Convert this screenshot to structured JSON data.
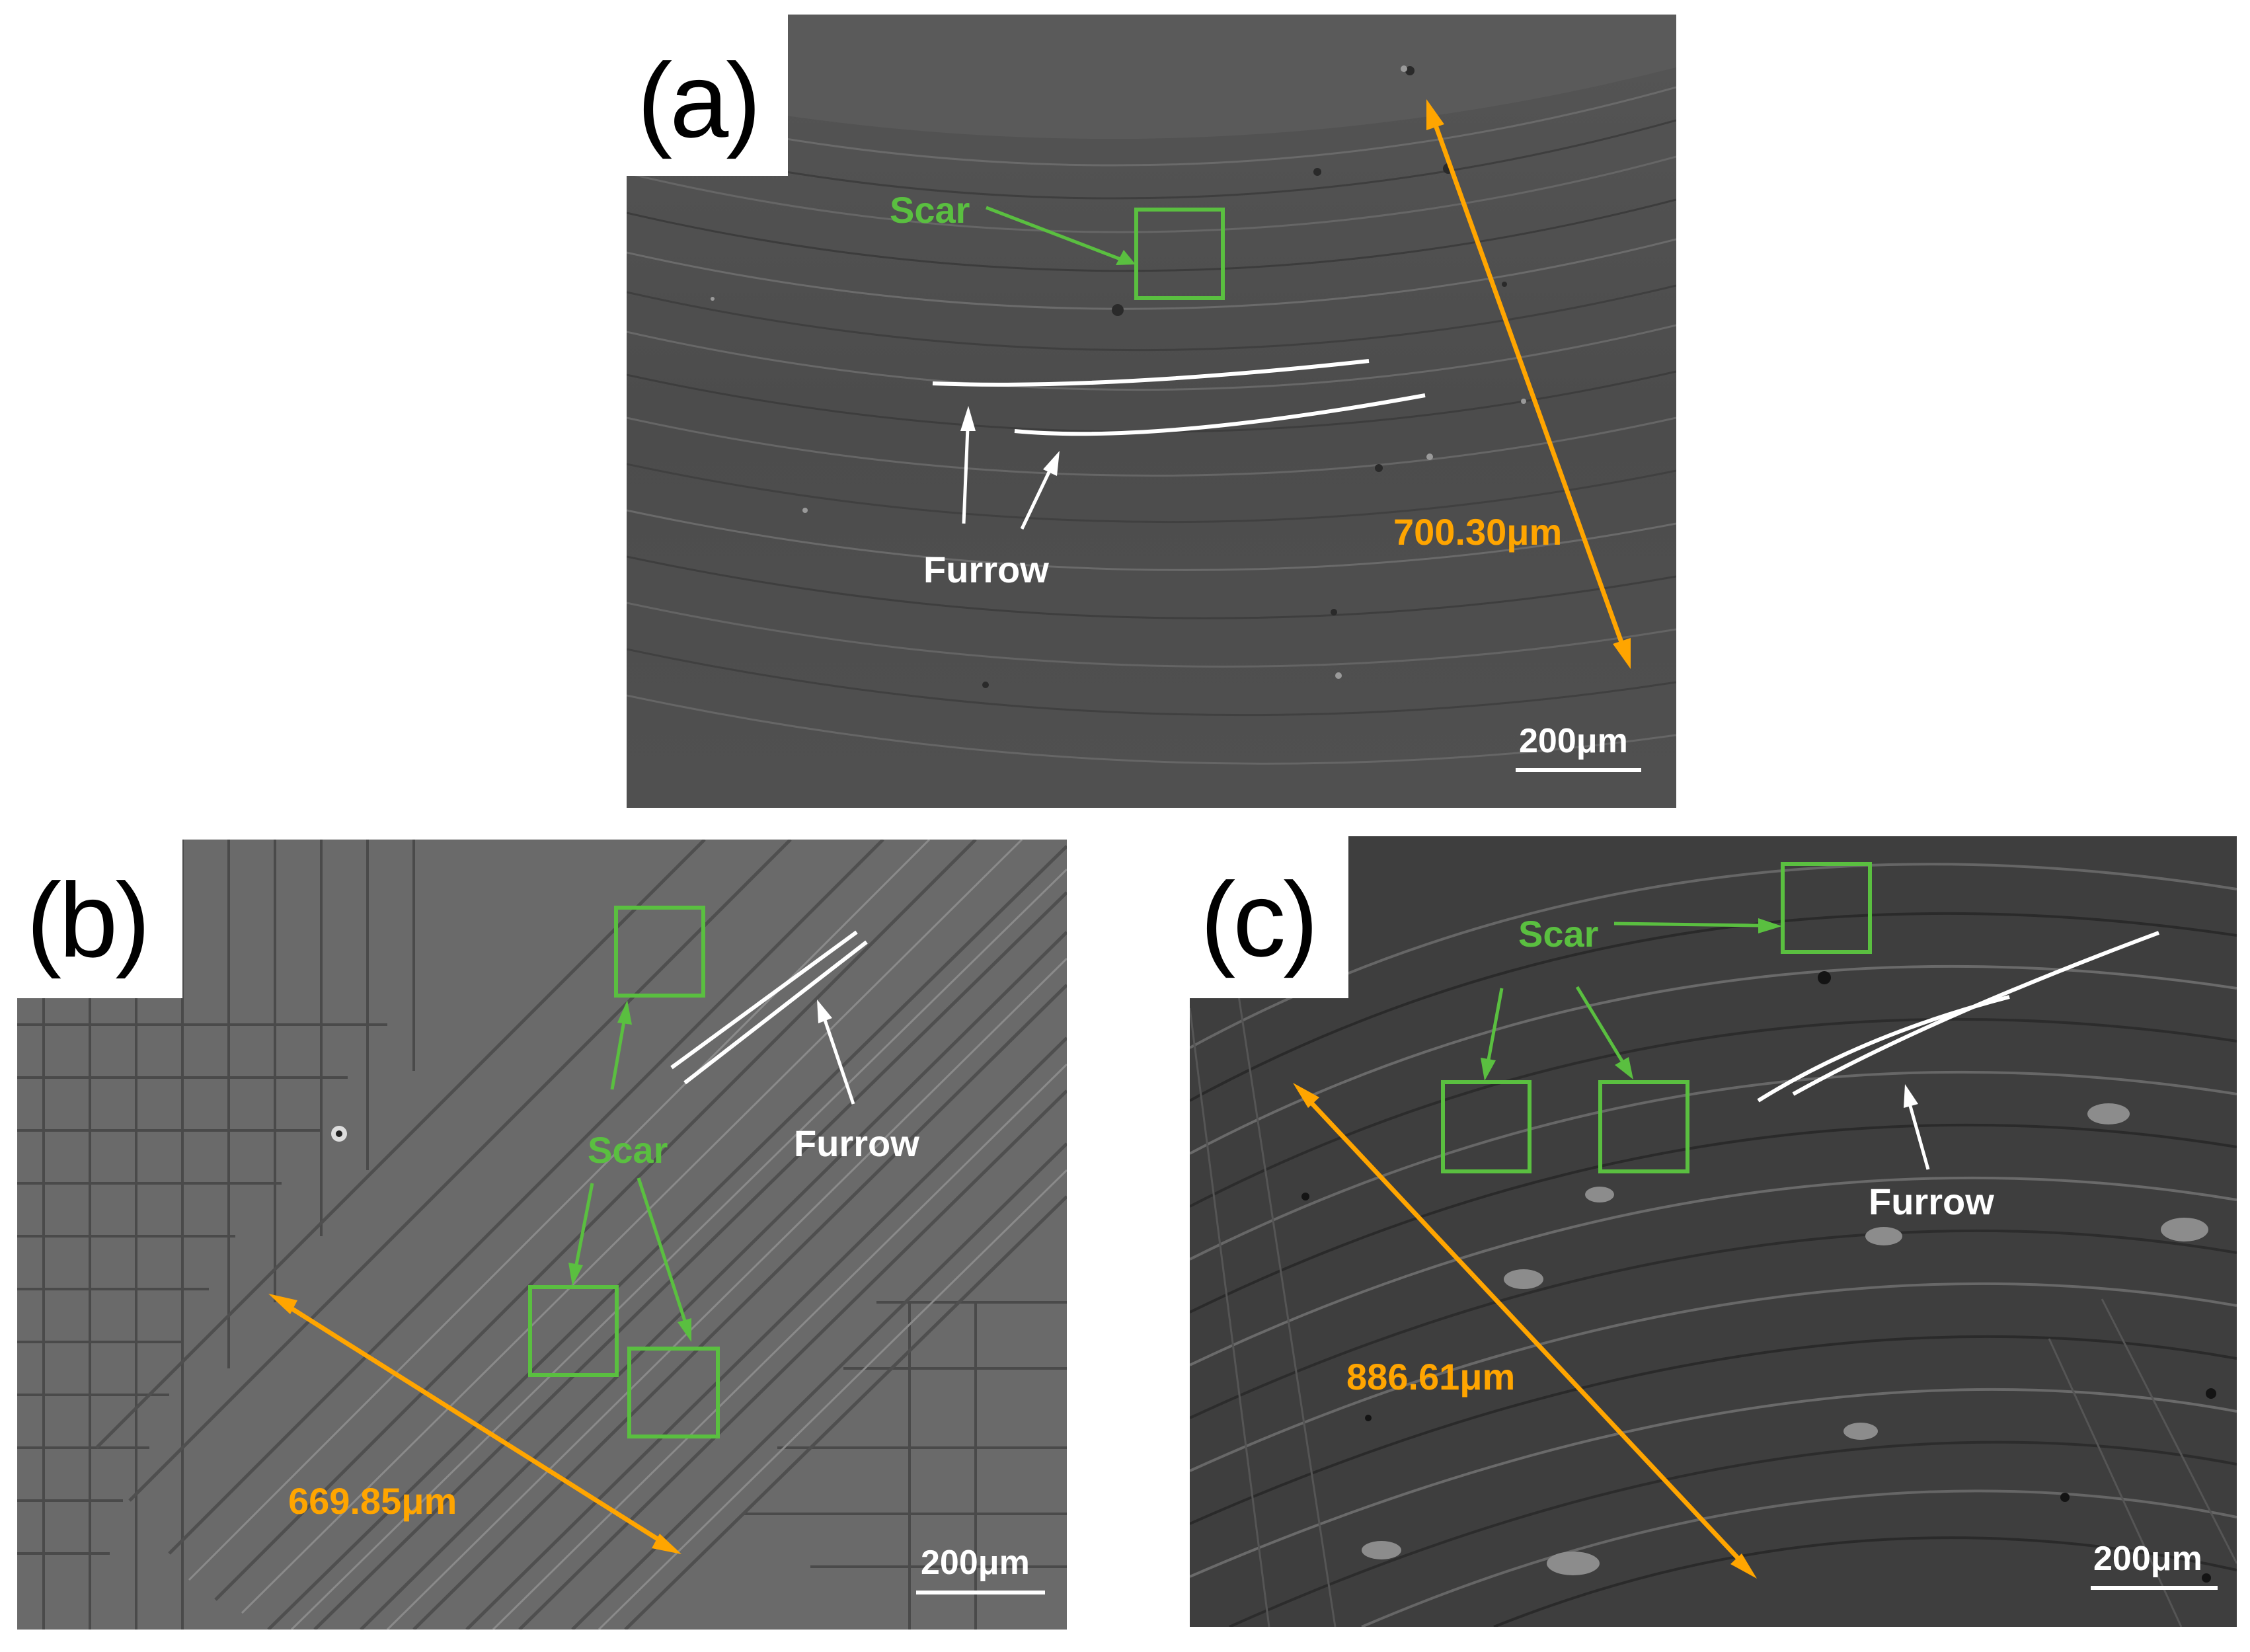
{
  "colors": {
    "scar": "#5abf40",
    "furrow": "#ffffff",
    "dimension": "#ffa500",
    "label_bg": "#ffffff"
  },
  "panels": [
    {
      "label": "(a)",
      "annotations": {
        "scar": "Scar",
        "furrow": "Furrow",
        "dimension": "700.30μm",
        "scale_bar": "200μm"
      }
    },
    {
      "label": "(b)",
      "annotations": {
        "scar": "Scar",
        "furrow": "Furrow",
        "dimension": "669.85μm",
        "scale_bar": "200μm"
      }
    },
    {
      "label": "(c)",
      "annotations": {
        "scar": "Scar",
        "furrow": "Furrow",
        "dimension": "886.61μm",
        "scale_bar": "200μm"
      }
    }
  ]
}
